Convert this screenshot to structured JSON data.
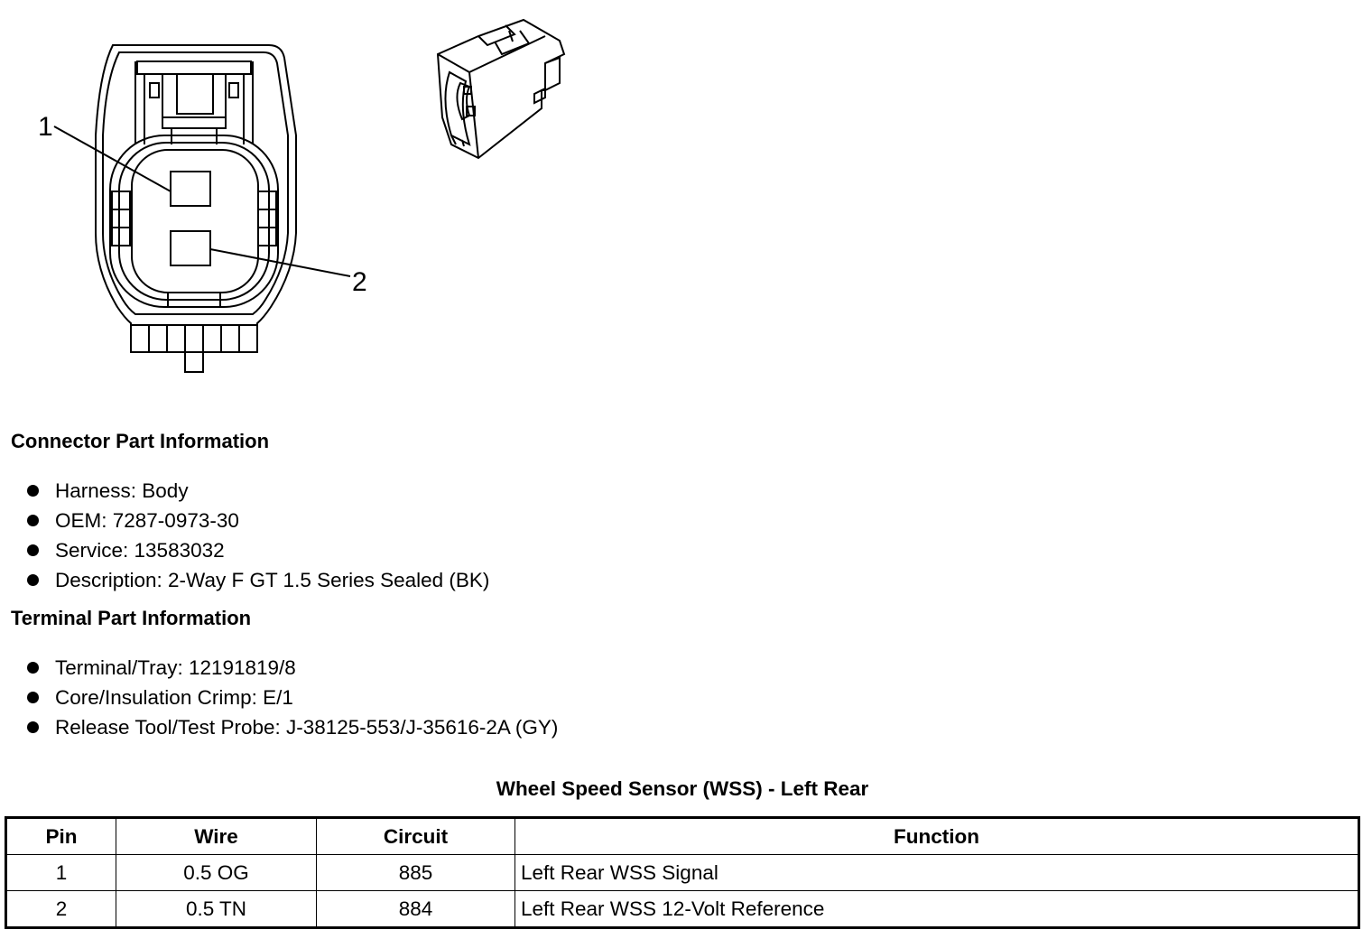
{
  "figure": {
    "callouts": [
      "1",
      "2"
    ]
  },
  "connector_info": {
    "heading": "Connector Part Information",
    "items": [
      "Harness: Body",
      "OEM: 7287-0973-30",
      "Service: 13583032",
      "Description: 2-Way F GT 1.5 Series Sealed (BK)"
    ]
  },
  "terminal_info": {
    "heading": "Terminal Part Information",
    "items": [
      "Terminal/Tray: 12191819/8",
      "Core/Insulation Crimp: E/1",
      "Release Tool/Test Probe: J-38125-553/J-35616-2A (GY)"
    ]
  },
  "table": {
    "title": "Wheel Speed Sensor (WSS) - Left Rear",
    "headers": [
      "Pin",
      "Wire",
      "Circuit",
      "Function"
    ],
    "rows": [
      [
        "1",
        "0.5 OG",
        "885",
        "Left Rear WSS Signal"
      ],
      [
        "2",
        "0.5 TN",
        "884",
        "Left Rear WSS 12-Volt Reference"
      ]
    ]
  }
}
